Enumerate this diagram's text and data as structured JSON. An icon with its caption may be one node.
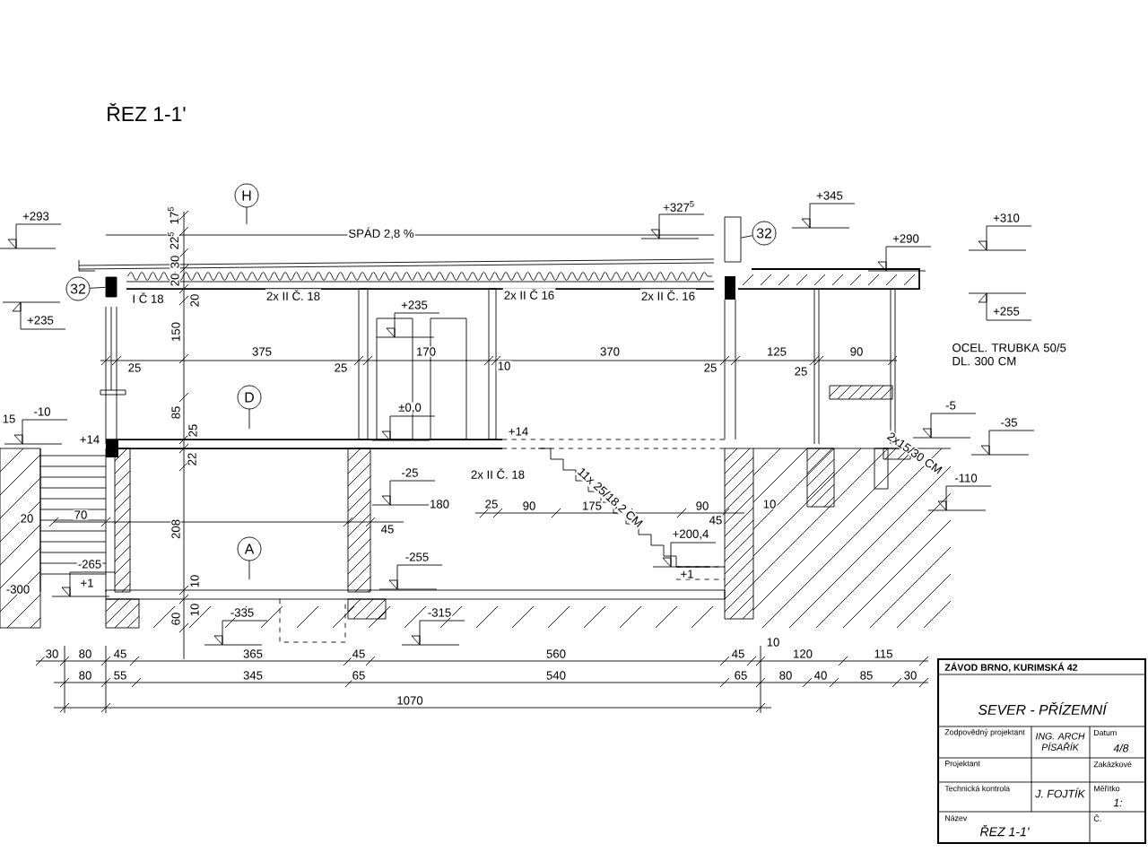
{
  "diagram": {
    "title": "ŘEZ 1-1'",
    "nodes": [
      {
        "text": [
          "H"
        ]
      },
      {
        "text": [
          "D"
        ]
      },
      {
        "text": [
          "A"
        ]
      },
      {
        "text": [
          "32"
        ]
      },
      {
        "text": [
          "32"
        ]
      },
      {
        "text": [],
        "shape": "box"
      },
      {
        "text": [],
        "shape": "box"
      }
    ],
    "edges": [
      {
        "from": 3,
        "to": 5,
        "arrow": "none"
      },
      {
        "from": 4,
        "to": 6,
        "arrow": "none"
      }
    ],
    "labels": [
      "+293",
      "+235",
      "+327$^{5}$",
      "+345",
      "+310",
      "+290",
      "+255",
      "+235",
      "±0,0",
      "15",
      "-10",
      "+14",
      "+14",
      "-5",
      "-35",
      "-110",
      "-25",
      "-265",
      "+1",
      "-300",
      "-255",
      "+200,4",
      "+1",
      "-335",
      "-315",
      "SPÁD 2,8 %",
      "I Č 18",
      "2x II Č. 18",
      "2x II Č 16",
      "2x II Č. 16",
      "2x II Č. 18",
      "OCEL. TRUBKA 50/5 DL. 300 CM",
      "2x15/30 CM",
      "11x 25/18,2 CM",
      "17$^{5}$",
      "22$^{5}$",
      "30",
      "20",
      "20",
      "150",
      "85",
      "25",
      "22",
      "208",
      "10",
      "10",
      "60",
      "25",
      "375",
      "25",
      "170",
      "10",
      "370",
      "25",
      "125",
      "25",
      "90",
      "20",
      "70",
      "45",
      "180",
      "25",
      "90",
      "175",
      "90",
      "45",
      "10",
      "30",
      "80",
      "45",
      "365",
      "45",
      "560",
      "45",
      "10",
      "120",
      "115",
      "80",
      "55",
      "345",
      "65",
      "540",
      "65",
      "80",
      "40",
      "85",
      "30",
      "1070",
      "ZÁVOD BRNO, KURIMSKÁ 42",
      "SEVER - PŘÍZEMNÍ",
      "Zodpovědný projektant",
      "ING. ARCH PÍSAŘÍK",
      "Datum",
      "4/8",
      "Projektant",
      "Zakázkové",
      "Technická kontrola",
      "J. FOJTÍK",
      "Měřítko",
      "1:",
      "Název",
      "ŘEZ 1-1'",
      "Č."
    ]
  }
}
